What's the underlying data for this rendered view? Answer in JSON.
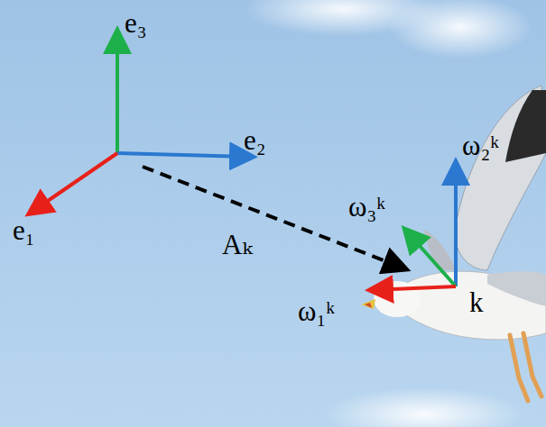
{
  "diagram": {
    "labels": [
      "e₃",
      "e₂",
      "e₁",
      "Aₖ",
      "ω₂ᵏ",
      "ω₃ᵏ",
      "ω₁ᵏ",
      "k"
    ]
  }
}
